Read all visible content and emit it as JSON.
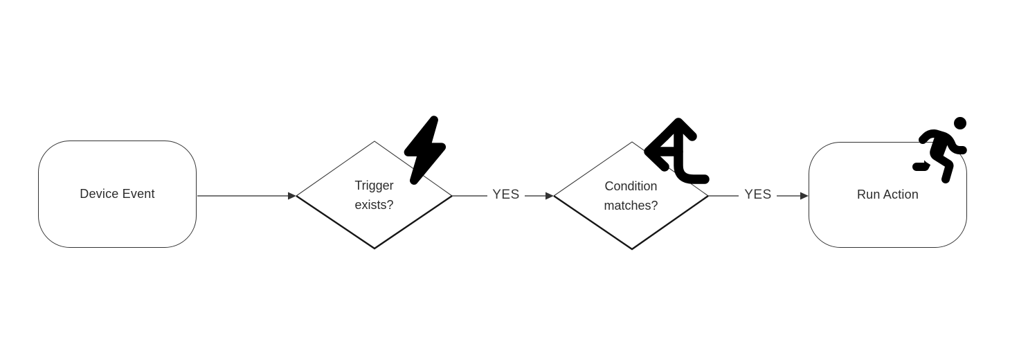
{
  "diagram": {
    "background_color": "#ffffff",
    "line_color": "#4a4a4a",
    "shape_border_color": "#333333",
    "icon_color": "#000000",
    "text_color": "#2b2b2b",
    "nodes": [
      {
        "id": "device-event",
        "shape": "rounded-rectangle",
        "label": "Device Event"
      },
      {
        "id": "trigger-exists",
        "shape": "diamond",
        "label": "Trigger\nexists?",
        "icon": "lightning-bolt-icon"
      },
      {
        "id": "condition-matches",
        "shape": "diamond",
        "label": "Condition\nmatches?",
        "icon": "branch-arrows-icon"
      },
      {
        "id": "run-action",
        "shape": "rounded-rectangle",
        "label": "Run Action",
        "icon": "running-person-icon"
      }
    ],
    "edges": [
      {
        "from": "device-event",
        "to": "trigger-exists"
      },
      {
        "from": "trigger-exists",
        "to": "condition-matches",
        "label": "YES"
      },
      {
        "from": "condition-matches",
        "to": "run-action",
        "label": "YES"
      }
    ]
  }
}
